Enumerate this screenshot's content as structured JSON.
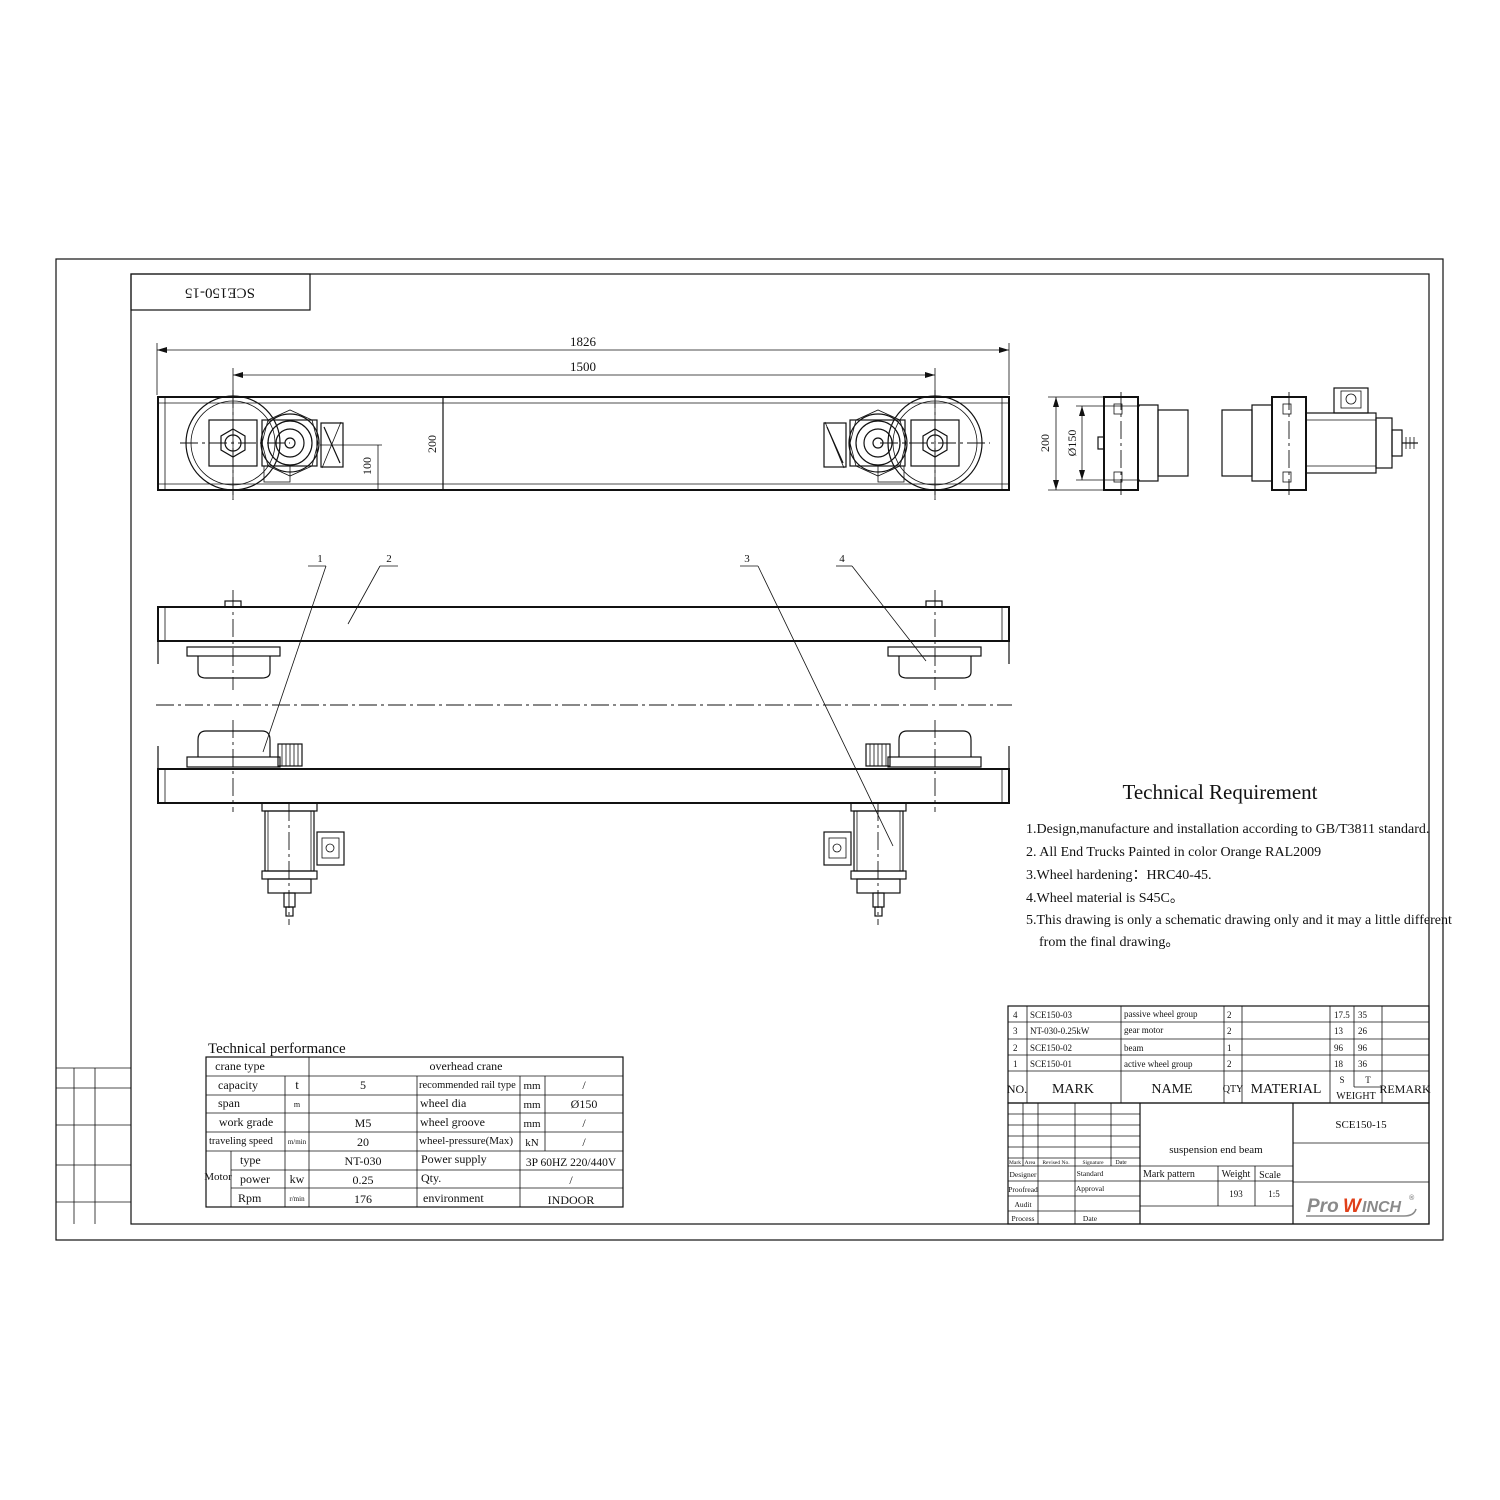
{
  "drawing_number_rotated": "SCE150-15",
  "dimensions": {
    "overall_length": "1826",
    "wheel_spacing": "1500",
    "height_200": "200",
    "offset_100": "100",
    "side_height_200": "200",
    "wheel_diameter": "Ø150"
  },
  "balloons": [
    "1",
    "2",
    "3",
    "4"
  ],
  "technical_requirement": {
    "title": "Technical Requirement",
    "lines": [
      "1.Design,manufacture and installation according to GB/T3811 standard.",
      "2. All End Trucks Painted in color Orange RAL2009",
      "3.Wheel hardening：HRC40-45.",
      "4.Wheel material is S45C。",
      "5.This drawing is only a schematic drawing only and it may a little different",
      "from the final drawing。"
    ]
  },
  "technical_performance": {
    "title": "Technical performance",
    "crane_type_label": "crane type",
    "crane_type_value": "overhead crane",
    "rows": [
      {
        "l1": "capacity",
        "u1": "t",
        "v1": "5",
        "l2": "recommended rail type",
        "u2": "mm",
        "v2": "/"
      },
      {
        "l1": "span",
        "u1": "m",
        "v1": "",
        "l2": "wheel dia",
        "u2": "mm",
        "v2": "Ø150"
      },
      {
        "l1": "work grade",
        "u1": "",
        "v1": "M5",
        "l2": "wheel groove",
        "u2": "mm",
        "v2": "/"
      },
      {
        "l1": "traveling speed",
        "u1": "m/min",
        "v1": "20",
        "l2": "wheel-pressure(Max)",
        "u2": "kN",
        "v2": "/"
      }
    ],
    "motor_label": "Motor",
    "motor_rows": [
      {
        "l1": "type",
        "u1": "",
        "v1": "NT-030",
        "l2": "Power supply",
        "u2": "",
        "v2": "3P  60HZ  220/440V"
      },
      {
        "l1": "power",
        "u1": "kw",
        "v1": "0.25",
        "l2": "Qty.",
        "u2": "",
        "v2": "/"
      },
      {
        "l1": "Rpm",
        "u1": "r/min",
        "v1": "176",
        "l2": "environment",
        "u2": "",
        "v2": "INDOOR"
      }
    ]
  },
  "bom": {
    "rows": [
      {
        "no": "4",
        "mark": "SCE150-03",
        "name": "passive wheel group",
        "qty": "2",
        "material": "",
        "s": "17.5",
        "t": "35",
        "remark": ""
      },
      {
        "no": "3",
        "mark": "NT-030-0.25kW",
        "name": "gear motor",
        "qty": "2",
        "material": "",
        "s": "13",
        "t": "26",
        "remark": ""
      },
      {
        "no": "2",
        "mark": "SCE150-02",
        "name": "beam",
        "qty": "1",
        "material": "",
        "s": "96",
        "t": "96",
        "remark": ""
      },
      {
        "no": "1",
        "mark": "SCE150-01",
        "name": "active wheel group",
        "qty": "2",
        "material": "",
        "s": "18",
        "t": "36",
        "remark": ""
      }
    ],
    "headers": {
      "no": "NO.",
      "mark": "MARK",
      "name": "NAME",
      "qty": "QTY",
      "material": "MATERIAL",
      "s": "S",
      "t": "T",
      "weight": "WEIGHT",
      "remark": "REMARK"
    }
  },
  "title_block": {
    "small_headers": [
      "Mark",
      "Area",
      "Revised No.",
      "Signature",
      "Date"
    ],
    "roles": [
      "Designer",
      "Proofread",
      "Audit",
      "Process"
    ],
    "standard": "Standard",
    "approval": "Approval",
    "date": "Date",
    "part_name": "suspension end beam",
    "drawing_no": "SCE150-15",
    "mark_pattern": "Mark pattern",
    "weight_label": "Weight",
    "scale_label": "Scale",
    "weight_value": "193",
    "scale_value": "1:5",
    "logo_pro": "Pro",
    "logo_w": "W",
    "logo_inch": "INCH",
    "logo_reg": "®"
  }
}
